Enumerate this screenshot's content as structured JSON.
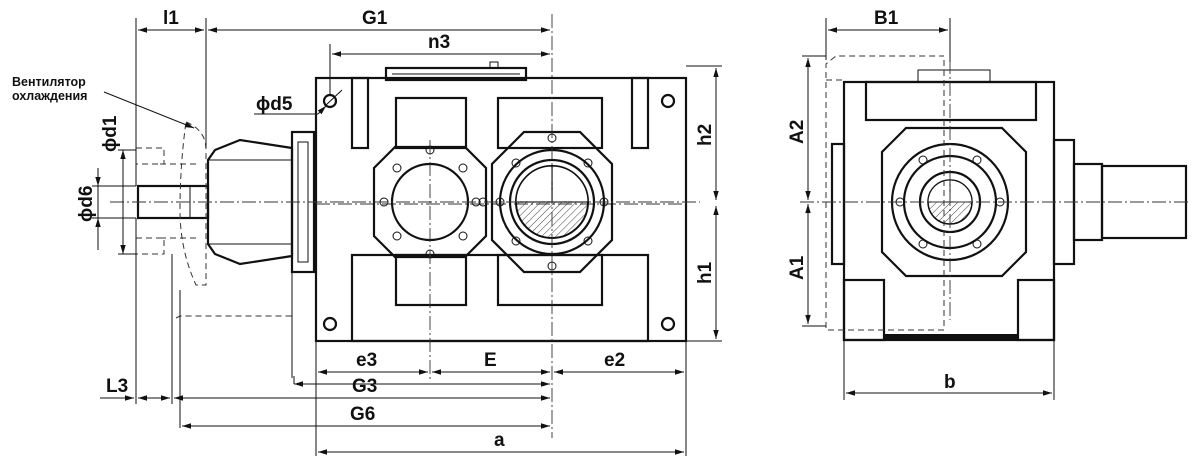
{
  "labels": {
    "l1": "l1",
    "G1": "G1",
    "n3": "n3",
    "d5": "ϕd5",
    "d1": "ϕd1",
    "d6": "ϕd6",
    "h2": "h2",
    "h1": "h1",
    "e3": "e3",
    "E": "E",
    "e2": "e2",
    "L3": "L3",
    "G3": "G3",
    "G6": "G6",
    "a": "a",
    "B1": "B1",
    "A2": "A2",
    "A1": "A1",
    "b": "b"
  },
  "fan_note": {
    "line1": "Вентилятор",
    "line2": "охлаждения"
  }
}
